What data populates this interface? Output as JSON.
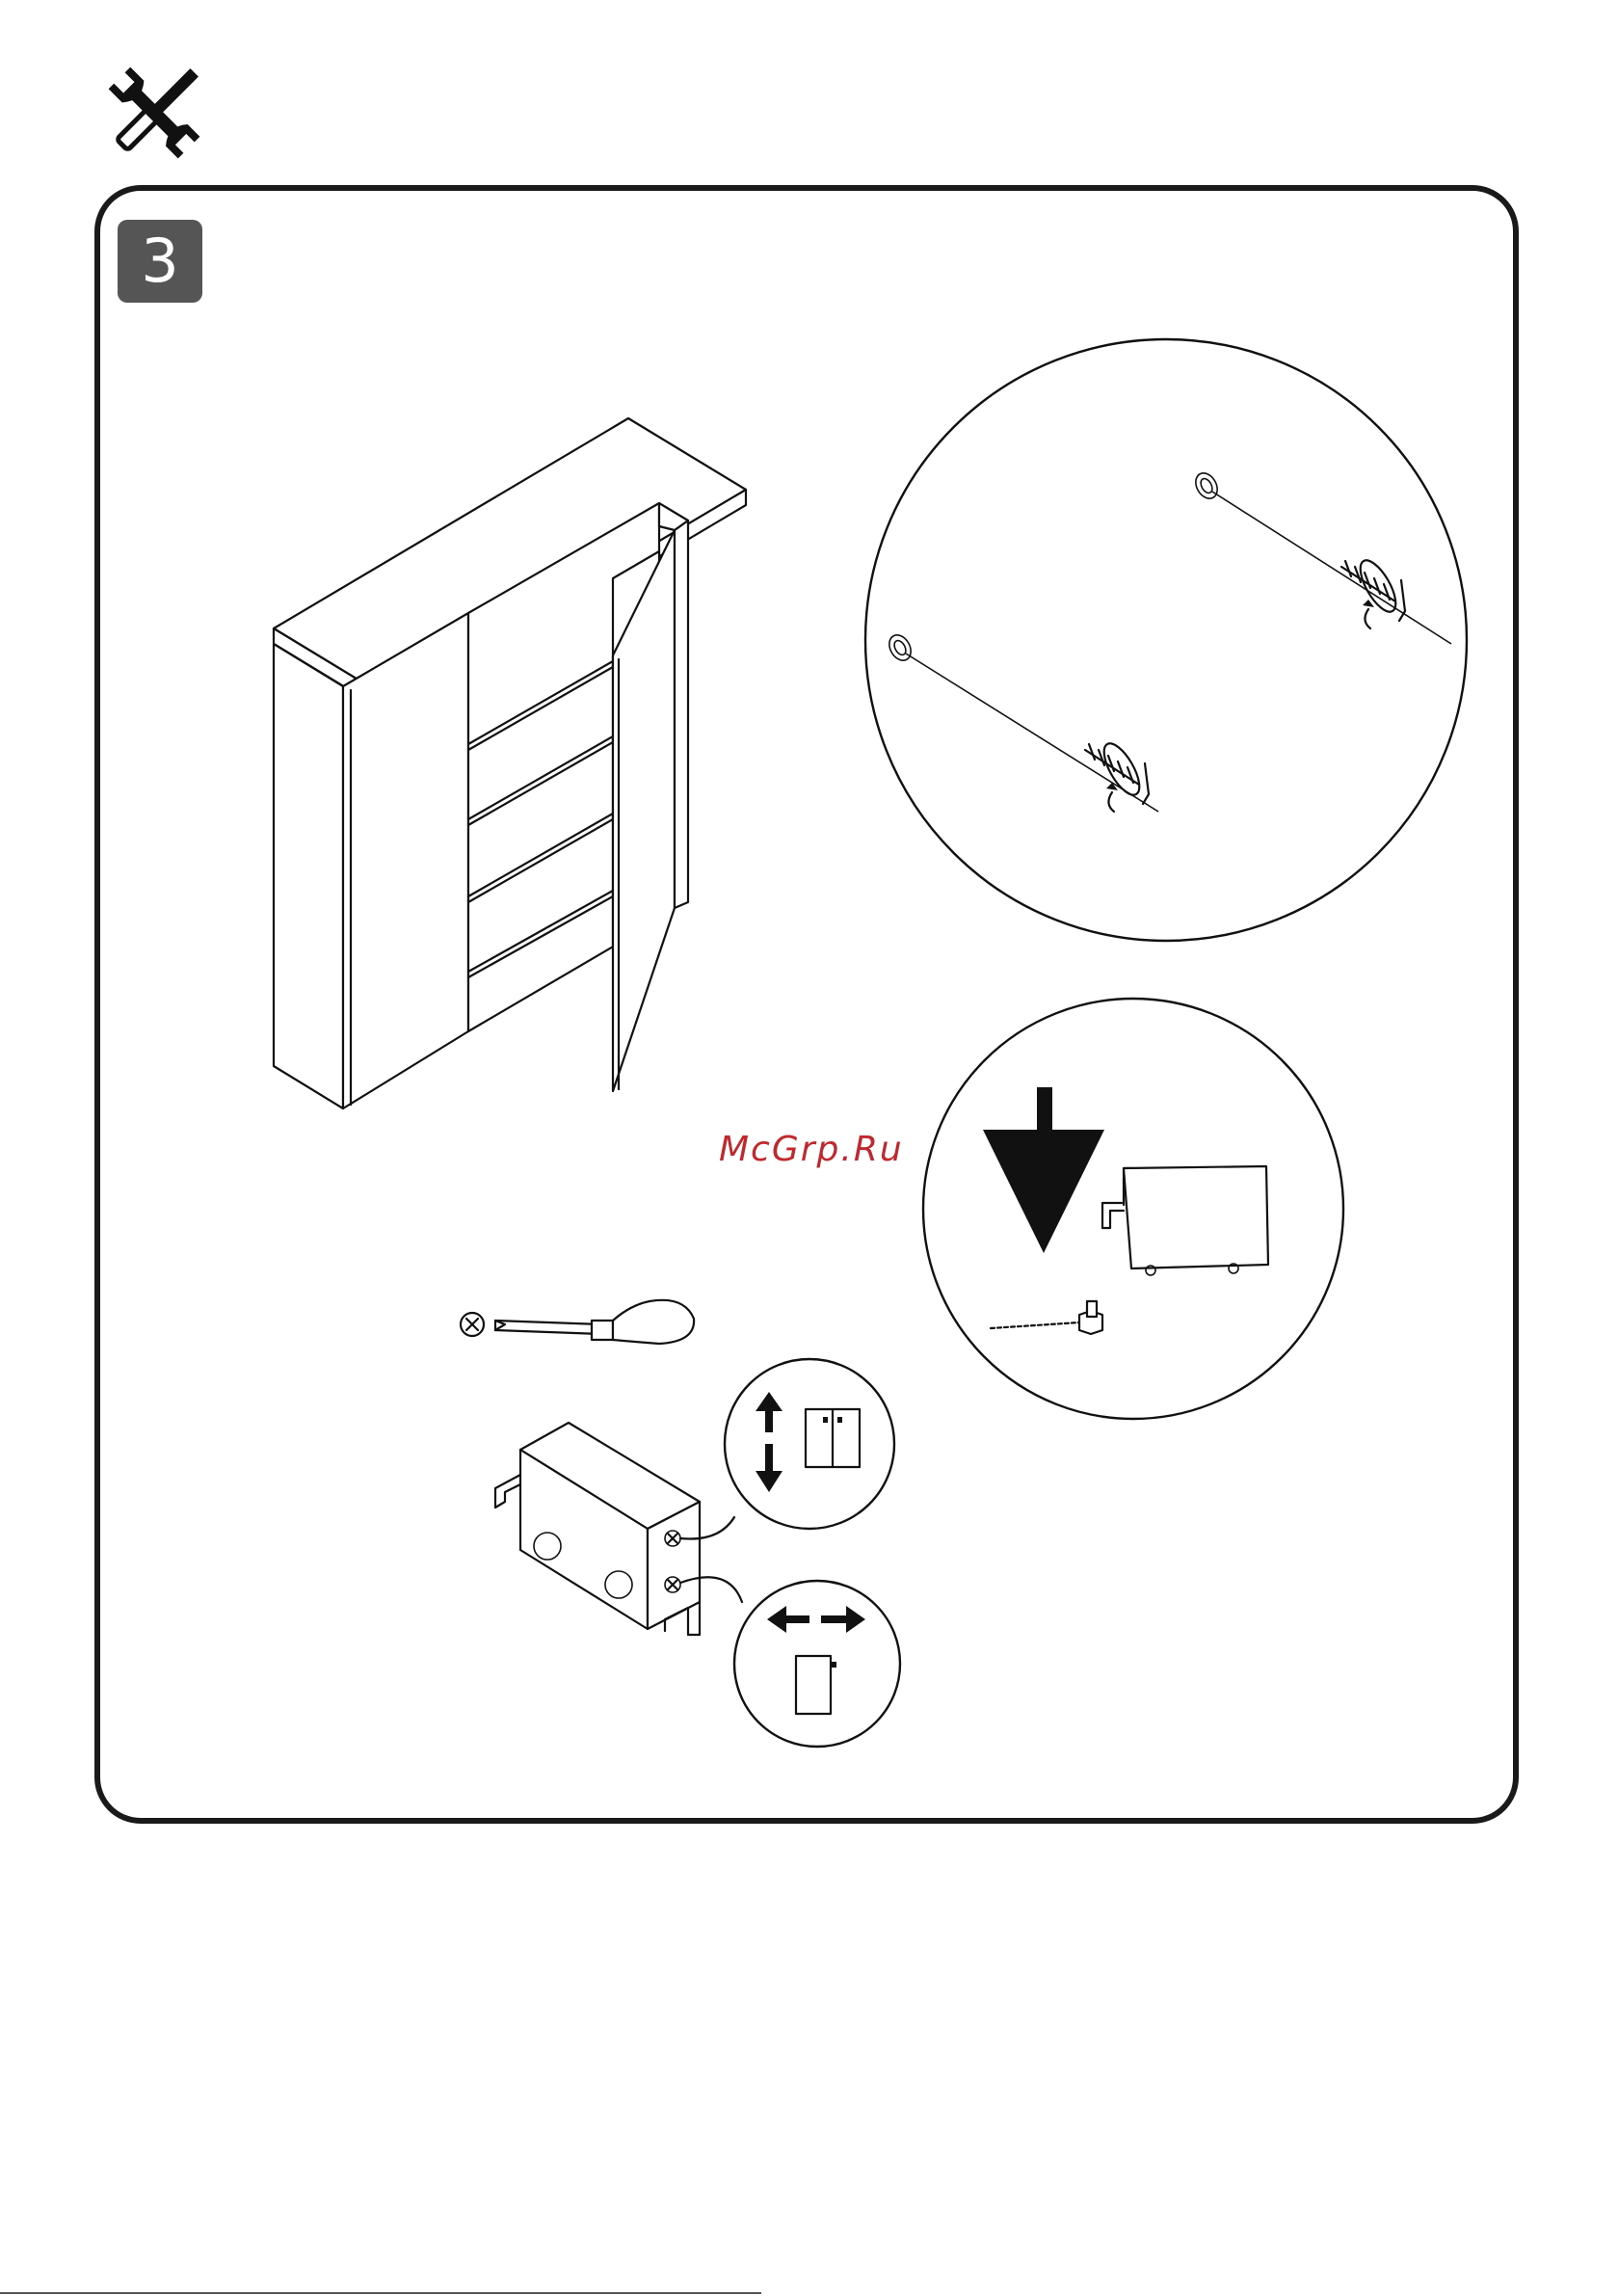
{
  "header": {
    "tools_icon": "wrench-screwdriver-icon"
  },
  "step": {
    "number": "3"
  },
  "watermark": {
    "text": "McGrp.Ru",
    "color": "#c0282d"
  },
  "illustrations": {
    "cabinet": "open-mirror-cabinet-illustration",
    "wall_screws": "wall-screw-detail-icon",
    "hang_bracket": "hang-bracket-detail-icon",
    "screwdriver": "phillips-screwdriver-icon",
    "hinge": "hinge-adjustment-icon",
    "vertical_adjust": "vertical-adjust-icon",
    "horizontal_adjust": "horizontal-adjust-icon"
  },
  "colors": {
    "line": "#111111",
    "badge": "#555555",
    "background": "#ffffff"
  }
}
